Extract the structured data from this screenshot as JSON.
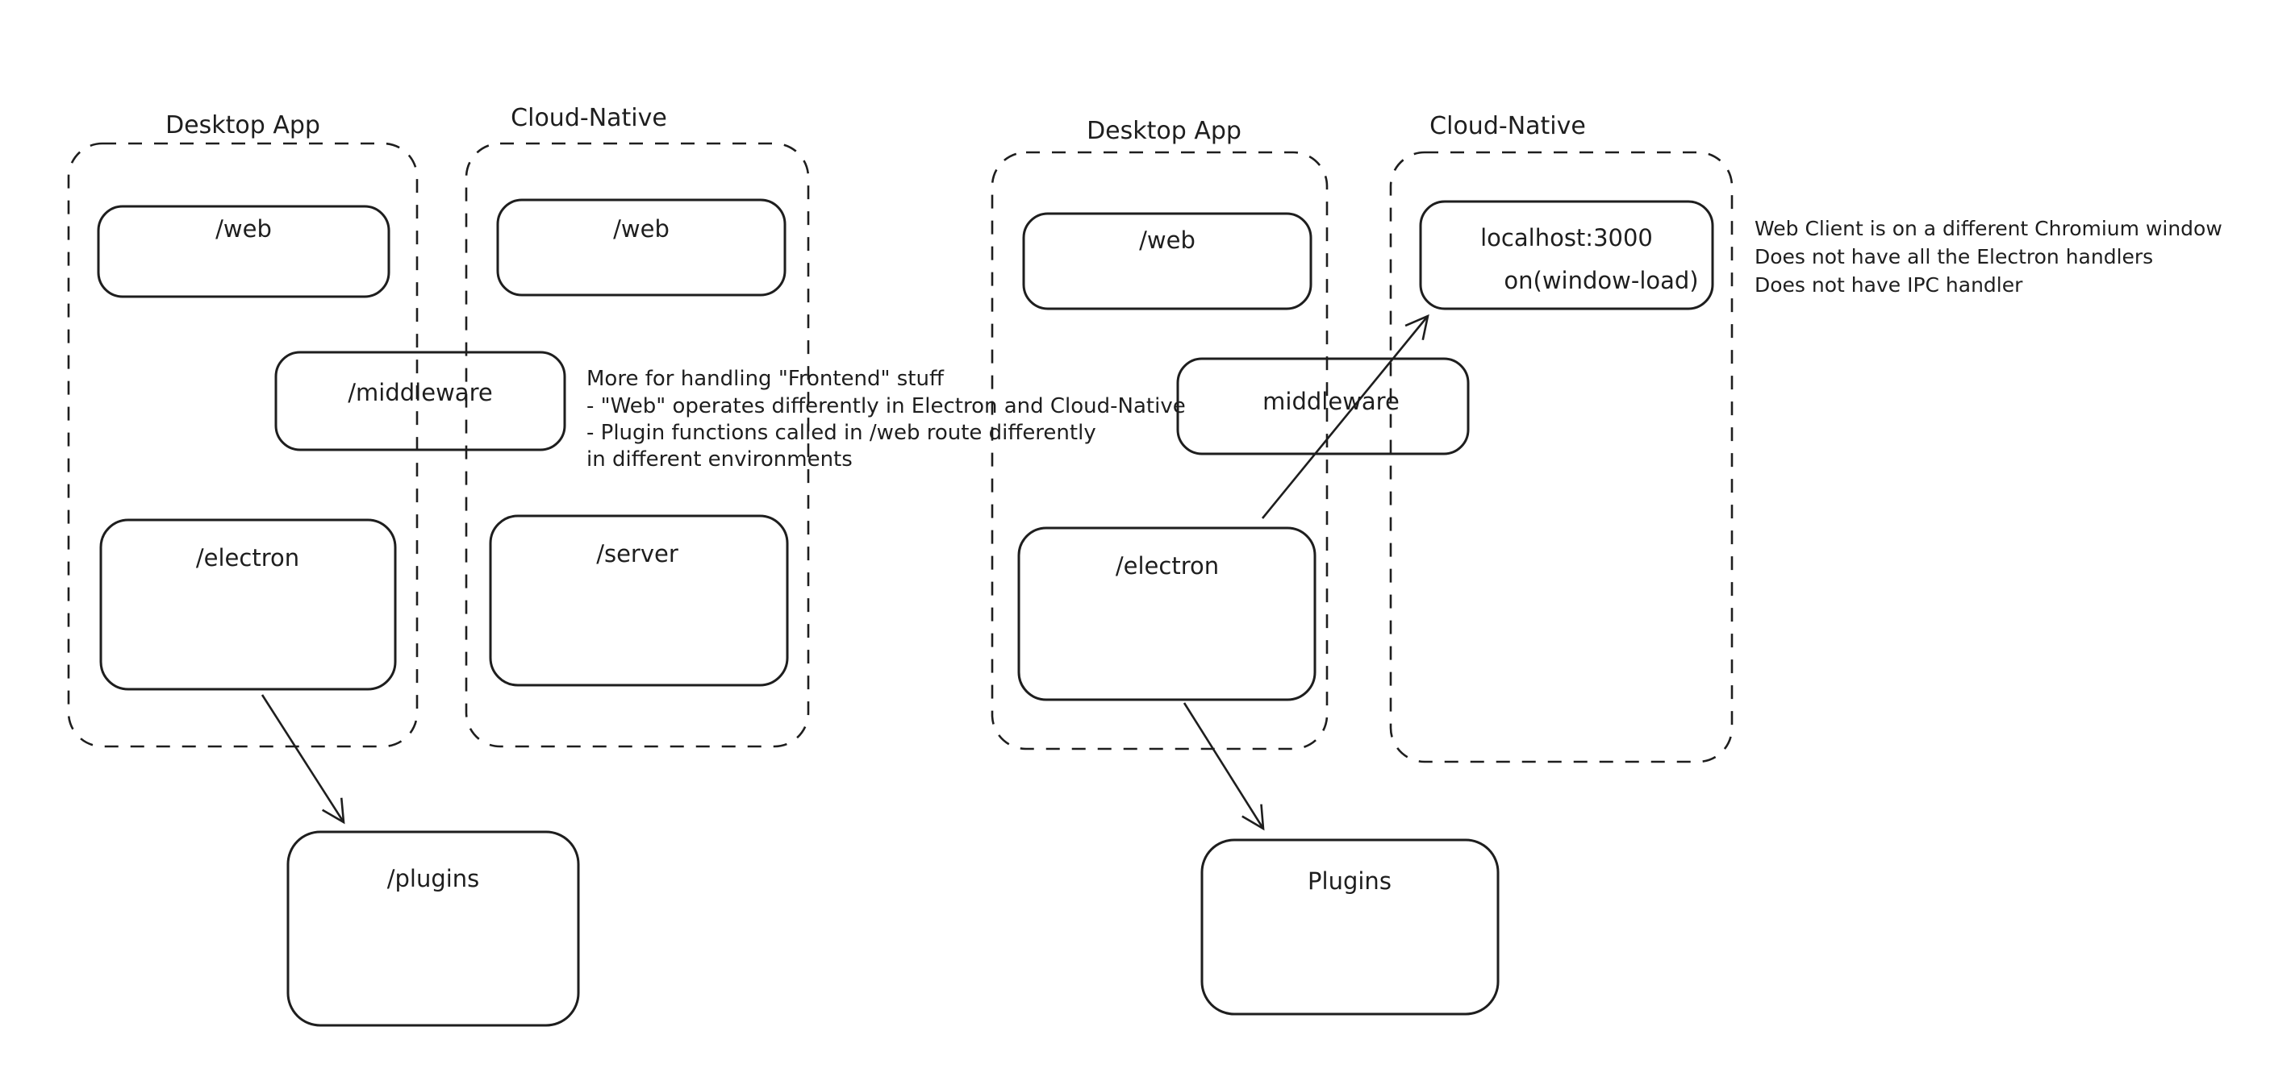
{
  "colors": {
    "ink": "#1e1e1e",
    "green": "#4a9d52",
    "red": "#c93a31"
  },
  "left": {
    "desktop": {
      "label": "Desktop App",
      "web": "/web",
      "electron": "/electron"
    },
    "cloud": {
      "label": "Cloud-Native",
      "web": "/web",
      "server": "/server"
    },
    "middleware": "/middleware",
    "plugins": "/plugins",
    "green_note": {
      "lines": [
        "More for handling \"Frontend\" stuff",
        "- \"Web\" operates differently in Electron and Cloud-Native",
        "- Plugin functions called in /web route differently",
        "in different environments"
      ]
    }
  },
  "right": {
    "desktop": {
      "label": "Desktop App",
      "web": "/web",
      "electron": "/electron"
    },
    "cloud": {
      "label": "Cloud-Native",
      "localhost": "localhost:3000",
      "on_window_load": "on(window-load)"
    },
    "middleware": "middleware",
    "plugins": "Plugins",
    "red_note": {
      "lines": [
        "Web Client is on a different Chromium window",
        "Does not have all the Electron handlers",
        "Does not have IPC handler"
      ]
    }
  }
}
